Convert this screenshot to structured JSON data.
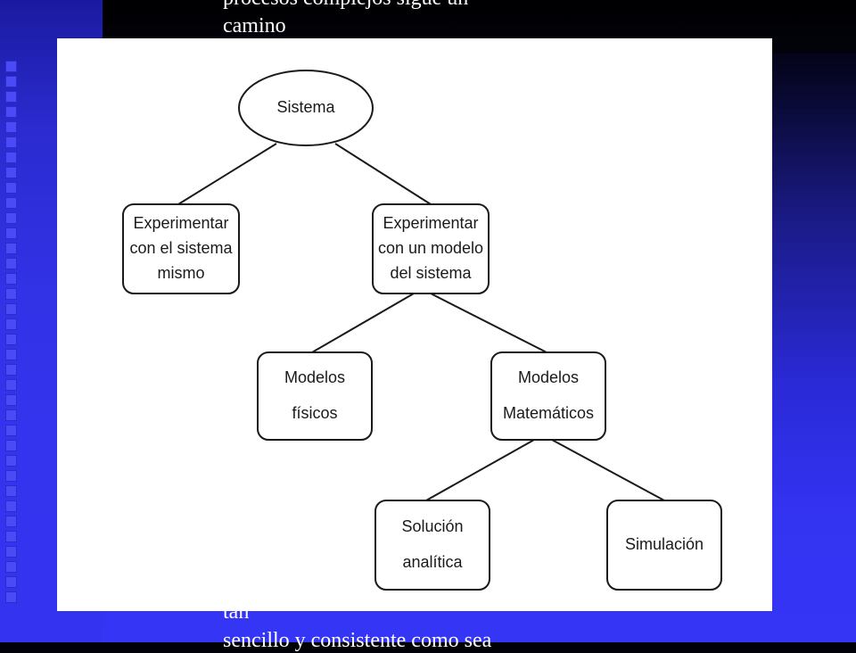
{
  "slide": {
    "text_top_1": "procesos complejos sigue un",
    "text_top_2": "camino",
    "text_bottom_1": "tan",
    "text_bottom_2": "sencillo y consistente como sea"
  },
  "diagram": {
    "nodes": [
      {
        "id": "sistema",
        "lines": [
          "Sistema"
        ]
      },
      {
        "id": "experimentar-sistema",
        "lines": [
          "Experimentar",
          "con el sistema",
          "mismo"
        ]
      },
      {
        "id": "experimentar-modelo",
        "lines": [
          "Experimentar",
          "con un modelo",
          "del sistema"
        ]
      },
      {
        "id": "modelos-fisicos",
        "lines": [
          "Modelos",
          "físicos"
        ]
      },
      {
        "id": "modelos-matematicos",
        "lines": [
          "Modelos",
          "Matemáticos"
        ]
      },
      {
        "id": "solucion-analitica",
        "lines": [
          "Solución",
          "analítica"
        ]
      },
      {
        "id": "simulacion",
        "lines": [
          "Simulación"
        ]
      }
    ],
    "edges": [
      [
        "sistema",
        "experimentar-sistema"
      ],
      [
        "sistema",
        "experimentar-modelo"
      ],
      [
        "experimentar-modelo",
        "modelos-fisicos"
      ],
      [
        "experimentar-modelo",
        "modelos-matematicos"
      ],
      [
        "modelos-matematicos",
        "solucion-analitica"
      ],
      [
        "modelos-matematicos",
        "simulacion"
      ]
    ]
  }
}
